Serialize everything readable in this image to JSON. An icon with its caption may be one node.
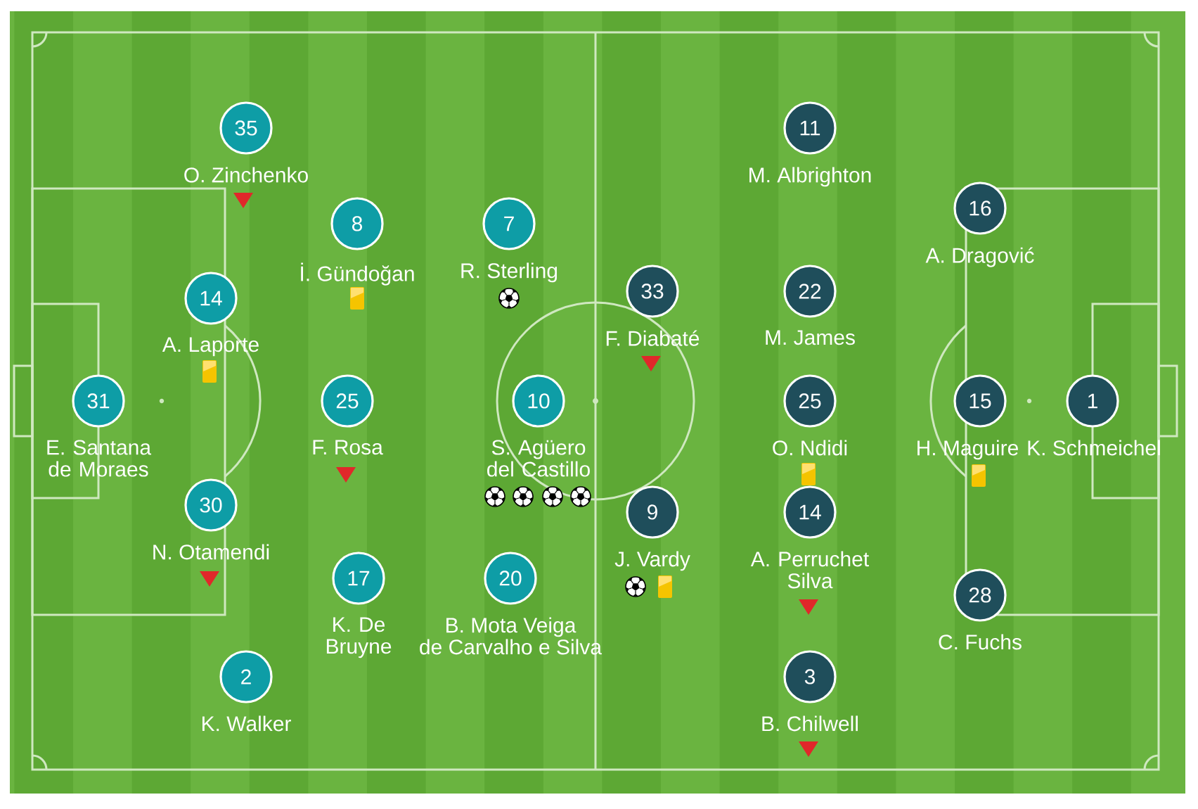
{
  "diagram": {
    "nodes": [
      {
        "text": [
          "35"
        ],
        "beside": [
          "O. Zinchenko"
        ]
      },
      {
        "text": [
          "8"
        ],
        "beside": [
          "İ. Gündoğan"
        ]
      },
      {
        "text": [
          "7"
        ],
        "beside": [
          "R. Sterling"
        ]
      },
      {
        "text": [
          "14"
        ],
        "beside": [
          "A. Laporte"
        ]
      },
      {
        "text": [
          "31"
        ],
        "beside": [
          "E. Santana de Moraes"
        ]
      },
      {
        "text": [
          "25"
        ],
        "beside": [
          "F. Rosa"
        ]
      },
      {
        "text": [
          "10"
        ],
        "beside": [
          "S. Agüero del Castillo"
        ]
      },
      {
        "text": [
          "30"
        ],
        "beside": [
          "N. Otamendi"
        ]
      },
      {
        "text": [
          "17"
        ],
        "beside": [
          "K. De Bruyne"
        ]
      },
      {
        "text": [
          "20"
        ],
        "beside": [
          "B. Mota Veiga de Carvalho e Silva"
        ]
      },
      {
        "text": [
          "2"
        ],
        "beside": [
          "K. Walker"
        ]
      },
      {
        "text": [
          "11"
        ],
        "beside": [
          "M. Albrighton"
        ]
      },
      {
        "text": [
          "16"
        ],
        "beside": [
          "A. Dragović"
        ]
      },
      {
        "text": [
          "33"
        ],
        "beside": [
          "F. Diabaté"
        ]
      },
      {
        "text": [
          "22"
        ],
        "beside": [
          "M. James"
        ]
      },
      {
        "text": [
          "25"
        ],
        "beside": [
          "O. Ndidi"
        ]
      },
      {
        "text": [
          "15"
        ],
        "beside": [
          "H. Maguire"
        ]
      },
      {
        "text": [
          "1"
        ],
        "beside": [
          "K. Schmeichel"
        ]
      },
      {
        "text": [
          "9"
        ],
        "beside": [
          "J. Vardy"
        ]
      },
      {
        "text": [
          "14"
        ],
        "beside": [
          "A. Perruchet Silva"
        ]
      },
      {
        "text": [
          "28"
        ],
        "beside": [
          "C. Fuchs"
        ]
      },
      {
        "text": [
          "3"
        ],
        "beside": [
          "B. Chilwell"
        ]
      }
    ]
  }
}
